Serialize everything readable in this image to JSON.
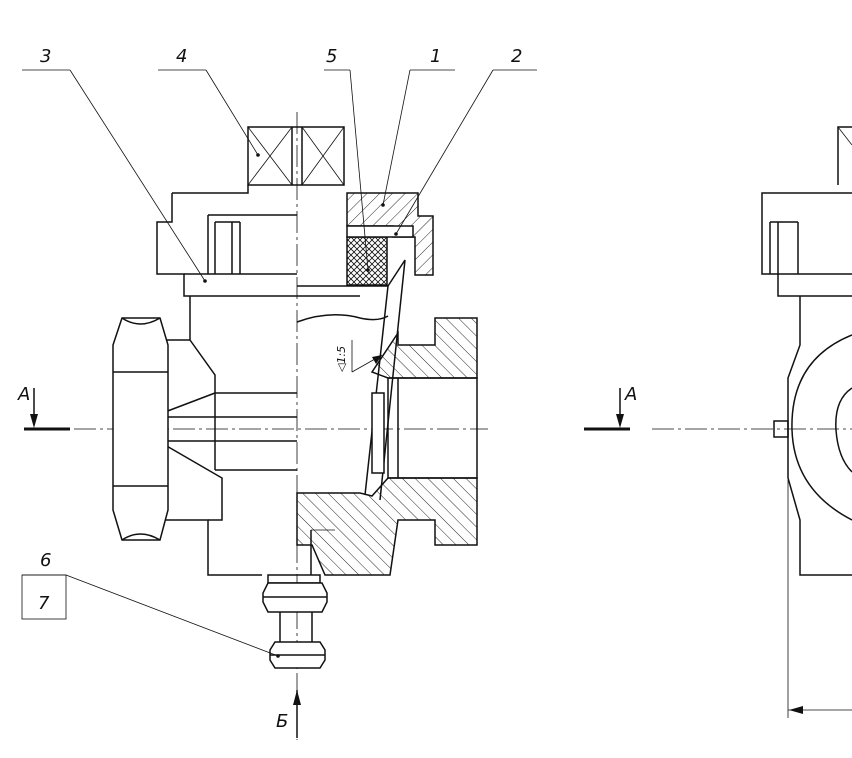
{
  "callouts": {
    "c1": "1",
    "c2": "2",
    "c3": "3",
    "c4": "4",
    "c5": "5",
    "c6": "6",
    "c7": "7"
  },
  "section_marks": {
    "a_left": "A",
    "a_right": "A",
    "b_bottom": "Б"
  },
  "taper": "◁1:5",
  "colors": {
    "line": "#111111",
    "background": "#ffffff"
  }
}
